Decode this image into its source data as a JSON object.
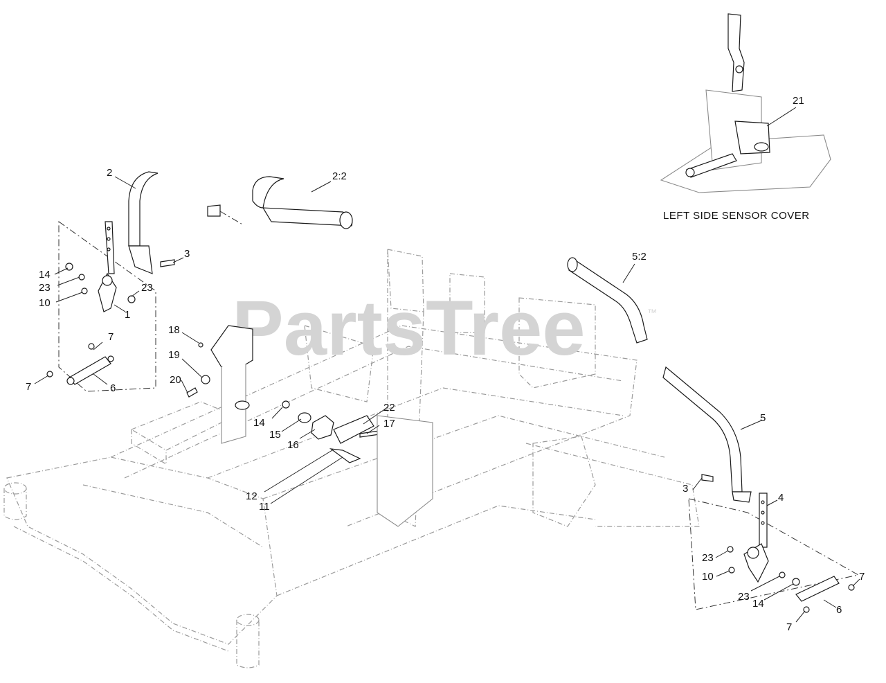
{
  "diagram": {
    "watermark": "PartsTree",
    "watermark_mark": "™",
    "caption": "LEFT SIDE SENSOR COVER",
    "callouts": [
      "1",
      "2",
      "2:2",
      "3",
      "3",
      "4",
      "5",
      "5:2",
      "6",
      "6",
      "7",
      "7",
      "7",
      "7",
      "10",
      "10",
      "11",
      "12",
      "14",
      "14",
      "14",
      "15",
      "16",
      "17",
      "18",
      "19",
      "20",
      "21",
      "22",
      "23",
      "23",
      "23",
      "23"
    ],
    "colors": {
      "line": "#1a1a1a",
      "frame": "#9a9a9a",
      "watermark": "#d4d4d4"
    }
  }
}
